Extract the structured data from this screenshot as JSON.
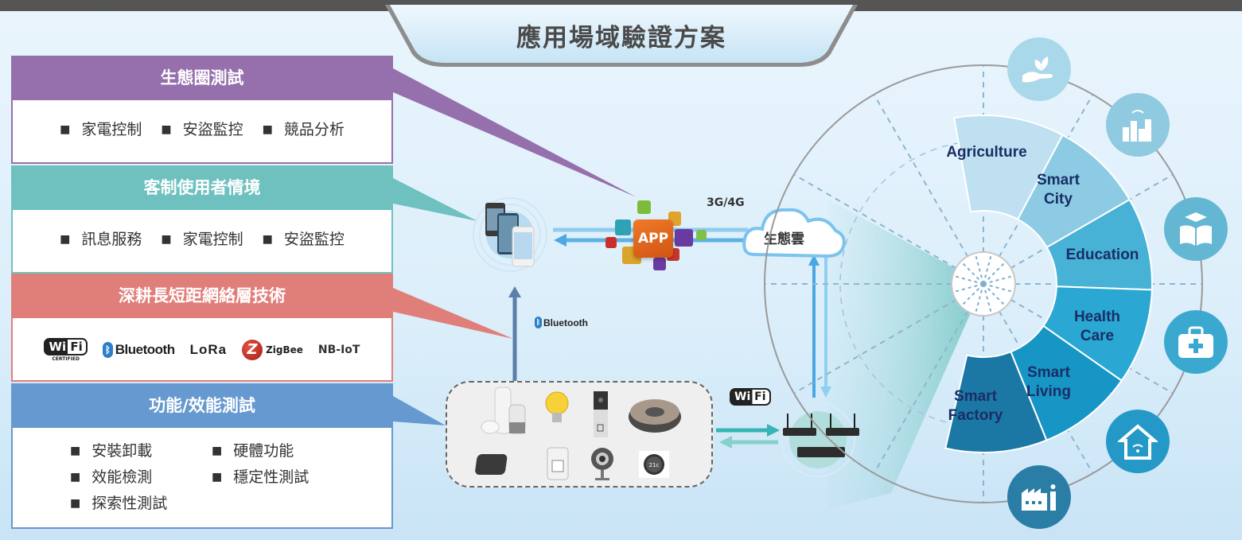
{
  "title": "應用場域驗證方案",
  "panels": {
    "ecosystem": {
      "title": "生態圈測試",
      "items": [
        "家電控制",
        "安盜監控",
        "競品分析"
      ],
      "color": "#966fad"
    },
    "custom_scenario": {
      "title": "客制使用者情境",
      "items": [
        "訊息服務",
        "家電控制",
        "安盜監控"
      ],
      "color": "#6ec1bf"
    },
    "network_tech": {
      "title": "深耕長短距網絡層技術",
      "logos": {
        "wifi": {
          "main_wi": "Wi",
          "main_fi": "Fi",
          "sub": "CERTIFIED"
        },
        "bluetooth": {
          "rune": "ᛒ",
          "text": "Bluetooth"
        },
        "lora": "LoRa",
        "zigbee": {
          "mark": "Z",
          "text": "ZigBee"
        },
        "nbiot": "NB-IoT"
      },
      "color": "#e07f7a"
    },
    "function_test": {
      "title": "功能/效能測試",
      "items": [
        "安裝卸載",
        "硬體功能",
        "效能檢測",
        "穩定性測試",
        "探索性測試"
      ],
      "color": "#6699cf"
    }
  },
  "diagram": {
    "network_label": "3G/4G",
    "cloud_label": "生態雲",
    "app_label": "APP",
    "bluetooth": {
      "rune": "ᛒ",
      "text": "Bluetooth"
    },
    "wifi": {
      "wi": "Wi",
      "fi": "Fi"
    },
    "thermostat_reading": "21c"
  },
  "domains": {
    "segments": [
      {
        "label_line1": "Agriculture",
        "label_line2": "",
        "color": "#bfe0f0"
      },
      {
        "label_line1": "Smart",
        "label_line2": "City",
        "color": "#8ccbe3"
      },
      {
        "label_line1": "Education",
        "label_line2": "",
        "color": "#47b2d6"
      },
      {
        "label_line1": "Health",
        "label_line2": "Care",
        "color": "#2aa7d3"
      },
      {
        "label_line1": "Smart",
        "label_line2": "Living",
        "color": "#1795c4"
      },
      {
        "label_line1": "Smart",
        "label_line2": "Factory",
        "color": "#1b78a4"
      }
    ],
    "icons": [
      {
        "name": "agriculture-icon",
        "color": "#a9d8ea"
      },
      {
        "name": "smart-city-icon",
        "color": "#8fcae0"
      },
      {
        "name": "education-icon",
        "color": "#63b7d3"
      },
      {
        "name": "health-care-icon",
        "color": "#3ba9cf"
      },
      {
        "name": "smart-living-icon",
        "color": "#2499c7"
      },
      {
        "name": "smart-factory-icon",
        "color": "#2a7ea6"
      }
    ]
  }
}
